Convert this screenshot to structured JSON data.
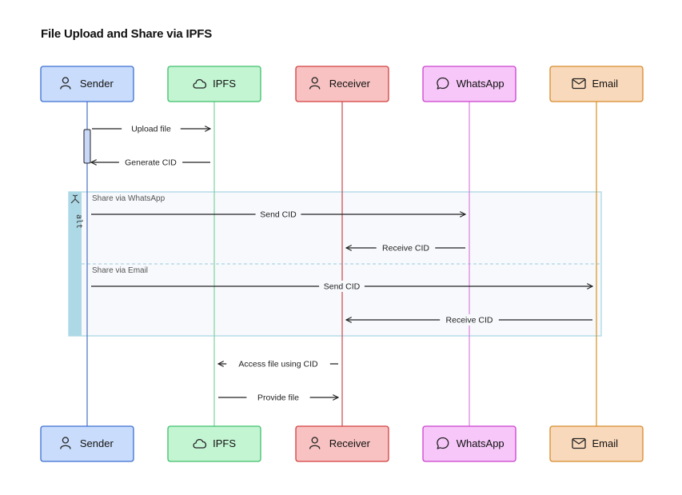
{
  "diagram": {
    "title": "File Upload and Share via IPFS",
    "participants": [
      {
        "id": "sender",
        "label": "Sender",
        "icon": "user-icon",
        "fill": "#c9dcfb",
        "stroke": "#3b6fd1",
        "line": "#4a6fc1"
      },
      {
        "id": "ipfs",
        "label": "IPFS",
        "icon": "cloud-icon",
        "fill": "#c3f5d3",
        "stroke": "#3fbf6a",
        "line": "#7ed39c"
      },
      {
        "id": "receiver",
        "label": "Receiver",
        "icon": "user-icon",
        "fill": "#f8c2c2",
        "stroke": "#d33f3f",
        "line": "#c94848"
      },
      {
        "id": "whatsapp",
        "label": "WhatsApp",
        "icon": "chat-icon",
        "fill": "#f6c7f8",
        "stroke": "#cc40cf",
        "line": "#de7fe0"
      },
      {
        "id": "email",
        "label": "Email",
        "icon": "mail-icon",
        "fill": "#f9d9bb",
        "stroke": "#d88a2a",
        "line": "#d8901f"
      }
    ],
    "messages": [
      {
        "from": "sender",
        "to": "ipfs",
        "label": "Upload file"
      },
      {
        "from": "ipfs",
        "to": "sender",
        "label": "Generate CID"
      },
      {
        "from": "sender",
        "to": "whatsapp",
        "label": "Send CID"
      },
      {
        "from": "whatsapp",
        "to": "receiver",
        "label": "Receive CID"
      },
      {
        "from": "sender",
        "to": "email",
        "label": "Send CID"
      },
      {
        "from": "email",
        "to": "receiver",
        "label": "Receive CID"
      },
      {
        "from": "receiver",
        "to": "ipfs",
        "label": "Access file using CID"
      },
      {
        "from": "ipfs",
        "to": "receiver",
        "label": "Provide file"
      }
    ],
    "fragment": {
      "keyword": "alt",
      "sections": [
        "Share via WhatsApp",
        "Share via Email"
      ],
      "tag_color": "#add8e6",
      "border_color": "#b5dce8"
    }
  }
}
